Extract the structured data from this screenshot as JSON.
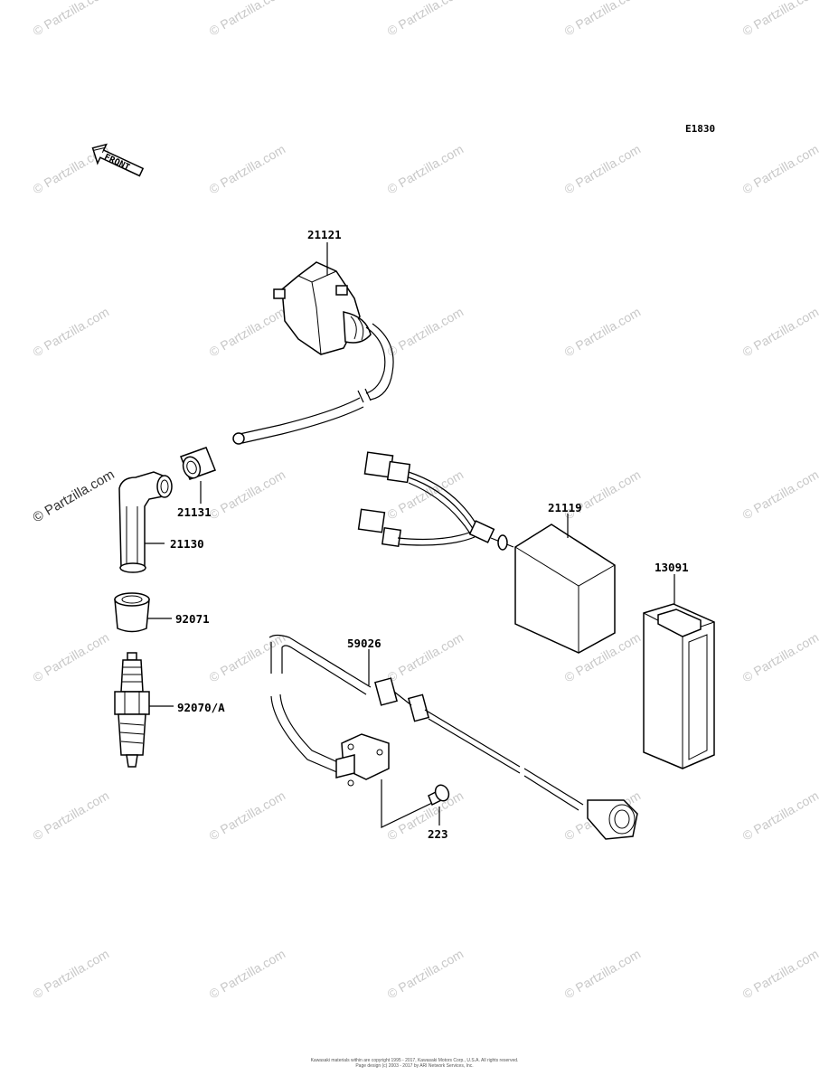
{
  "diagram_code": "E1830",
  "front_label": "FRONT",
  "watermark": "© Partzilla.com",
  "parts": [
    {
      "number": "21121"
    },
    {
      "number": "21131"
    },
    {
      "number": "21130"
    },
    {
      "number": "92071"
    },
    {
      "number": "92070/A"
    },
    {
      "number": "21119"
    },
    {
      "number": "13091"
    },
    {
      "number": "59026"
    },
    {
      "number": "223"
    }
  ],
  "footer": {
    "line1": "Kawasaki materials within are copyright 1995 - 2017, Kawasaki Motors Corp., U.S.A.  All rights reserved.",
    "line2": "Page design (c) 2003 - 2017 by ARI Network Services, Inc."
  }
}
